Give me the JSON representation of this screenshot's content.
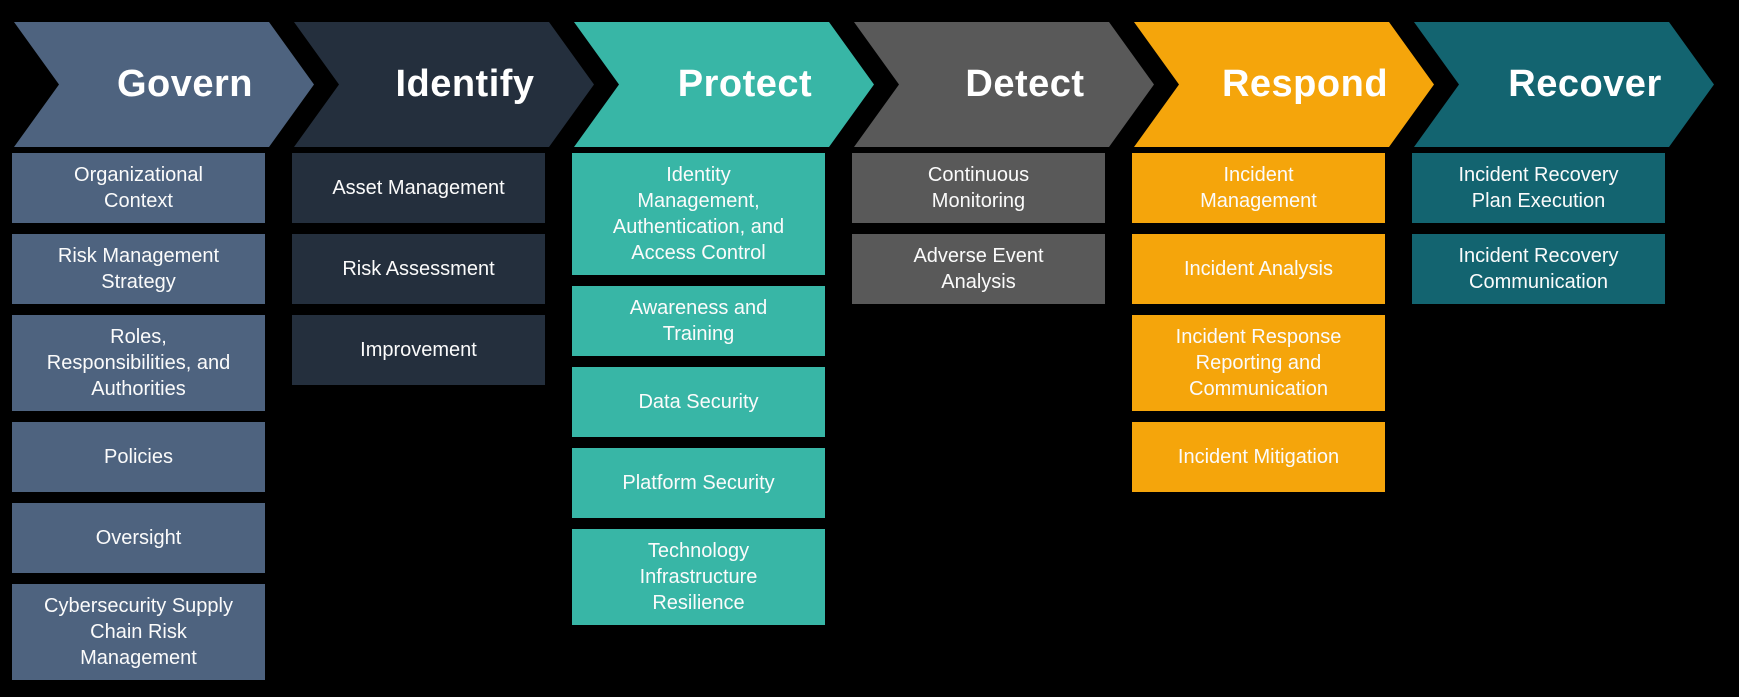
{
  "functions": [
    {
      "name": "Govern",
      "color": "#4E637F",
      "categories": [
        "Organizational\nContext",
        "Risk Management\nStrategy",
        "Roles,\nResponsibilities, and\nAuthorities",
        "Policies",
        "Oversight",
        "Cybersecurity Supply\nChain Risk\nManagement"
      ]
    },
    {
      "name": "Identify",
      "color": "#242F3D",
      "categories": [
        "Asset Management",
        "Risk Assessment",
        "Improvement"
      ]
    },
    {
      "name": "Protect",
      "color": "#38B6A6",
      "categories": [
        "Identity\nManagement,\nAuthentication, and\nAccess Control",
        "Awareness and\nTraining",
        "Data Security",
        "Platform Security",
        "Technology\nInfrastructure\nResilience"
      ]
    },
    {
      "name": "Detect",
      "color": "#595959",
      "categories": [
        "Continuous\nMonitoring",
        "Adverse Event\nAnalysis"
      ]
    },
    {
      "name": "Respond",
      "color": "#F5A50B",
      "categories": [
        "Incident\nManagement",
        "Incident Analysis",
        "Incident Response\nReporting and\nCommunication",
        "Incident Mitigation"
      ]
    },
    {
      "name": "Recover",
      "color": "#136470",
      "categories": [
        "Incident Recovery\nPlan Execution",
        "Incident Recovery\nCommunication"
      ]
    }
  ]
}
